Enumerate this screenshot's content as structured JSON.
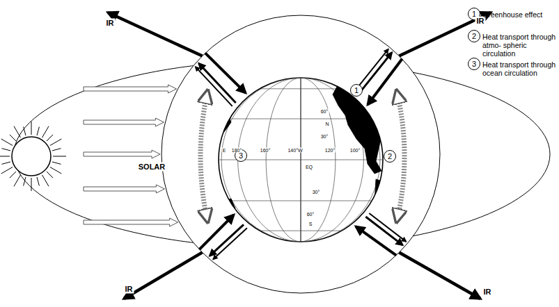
{
  "diagram": {
    "nodes": [
      {
        "text": [
          "1"
        ]
      },
      {
        "text": [
          "2"
        ]
      },
      {
        "text": [
          "3"
        ]
      },
      {
        "text": [
          "1"
        ]
      },
      {
        "text": [
          "2"
        ]
      },
      {
        "text": [
          "3"
        ]
      }
    ],
    "labels": [
      "IR",
      "IR",
      "SOLAR",
      "IR",
      "IR",
      "60°",
      "N",
      "30°",
      "E",
      "180°",
      "160°",
      "140°W",
      "120°",
      "100°",
      "EQ",
      "30°",
      "60°",
      "S"
    ],
    "legend": [
      {
        "text": "Greenhouse effect"
      },
      {
        "text": "Heat transport through atmo- spheric circulation"
      },
      {
        "text": "Heat transport through ocean circulation"
      }
    ]
  }
}
